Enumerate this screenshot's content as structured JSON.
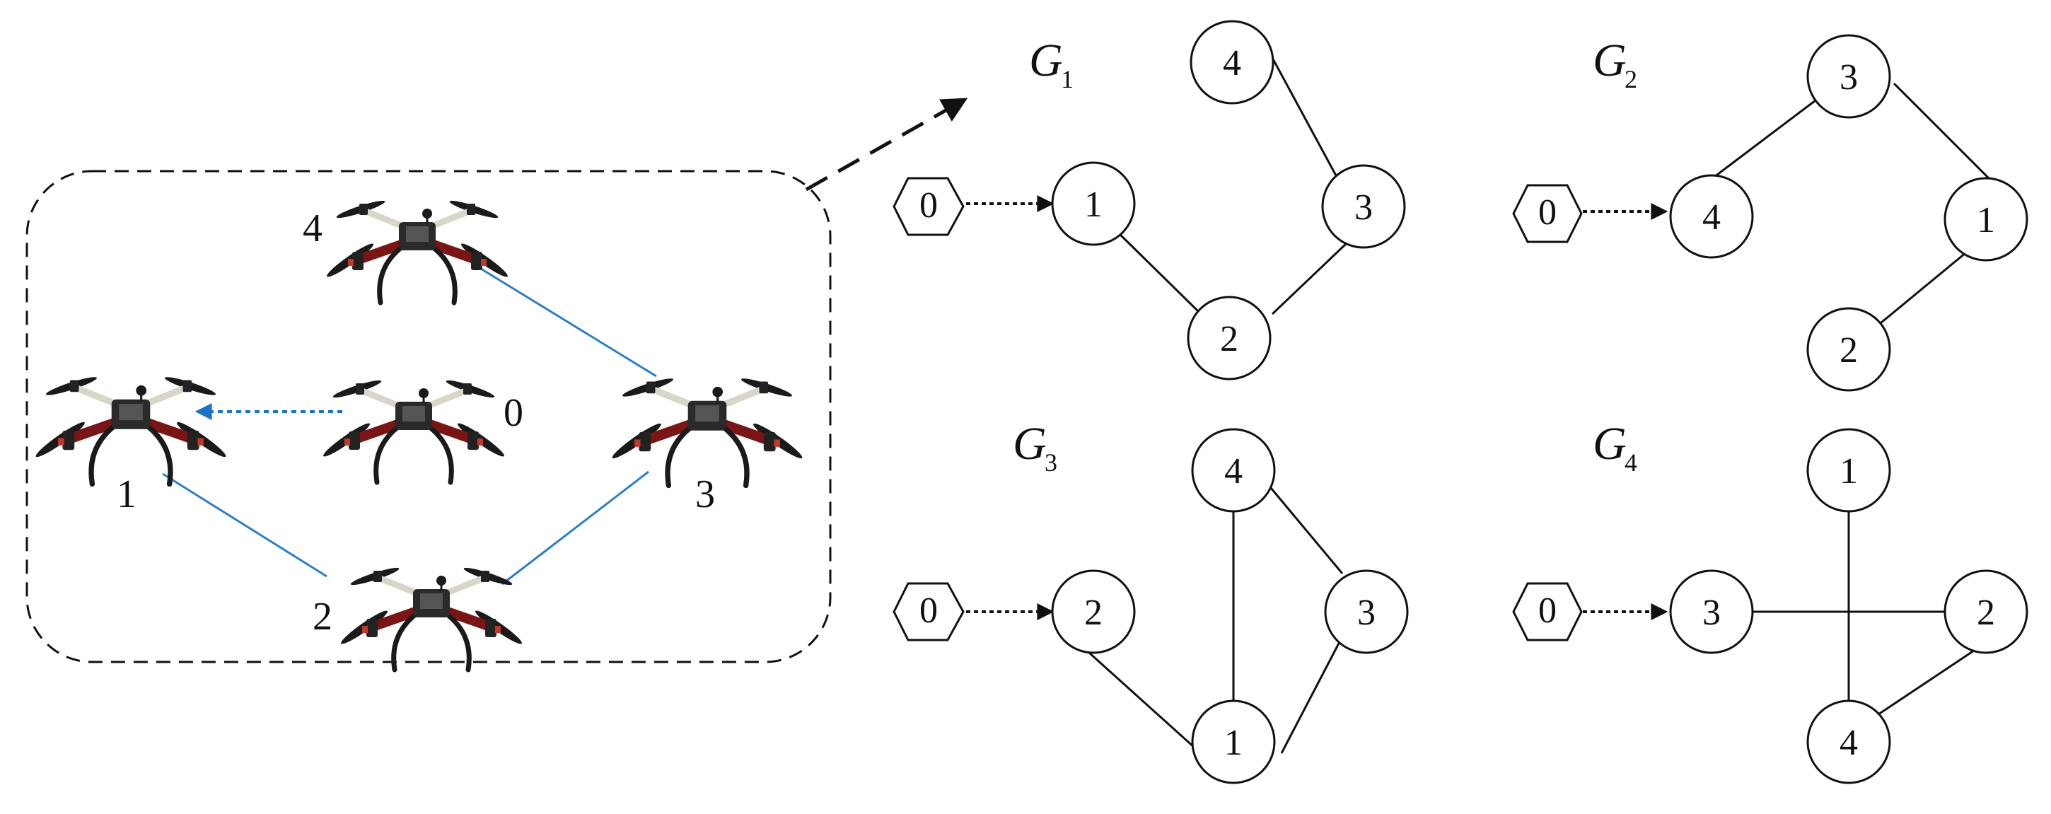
{
  "drone_panel": {
    "labels": {
      "d4": "4",
      "d1": "1",
      "d0": "0",
      "d3": "3",
      "d2": "2"
    }
  },
  "graphs": {
    "g1": {
      "title": "G",
      "sub": "1",
      "leader": "0",
      "nodes": {
        "n4": "4",
        "n1": "1",
        "n3": "3",
        "n2": "2"
      }
    },
    "g2": {
      "title": "G",
      "sub": "2",
      "leader": "0",
      "nodes": {
        "n3": "3",
        "n4": "4",
        "n1": "1",
        "n2": "2"
      }
    },
    "g3": {
      "title": "G",
      "sub": "3",
      "leader": "0",
      "nodes": {
        "n4": "4",
        "n2": "2",
        "n3": "3",
        "n1": "1"
      }
    },
    "g4": {
      "title": "G",
      "sub": "4",
      "leader": "0",
      "nodes": {
        "n1": "1",
        "n3": "3",
        "n2": "2",
        "n4": "4"
      }
    }
  },
  "colors": {
    "drone_link": "#2a7fc7",
    "graph_edge": "#111111",
    "drone_frame": "#7a1515"
  }
}
